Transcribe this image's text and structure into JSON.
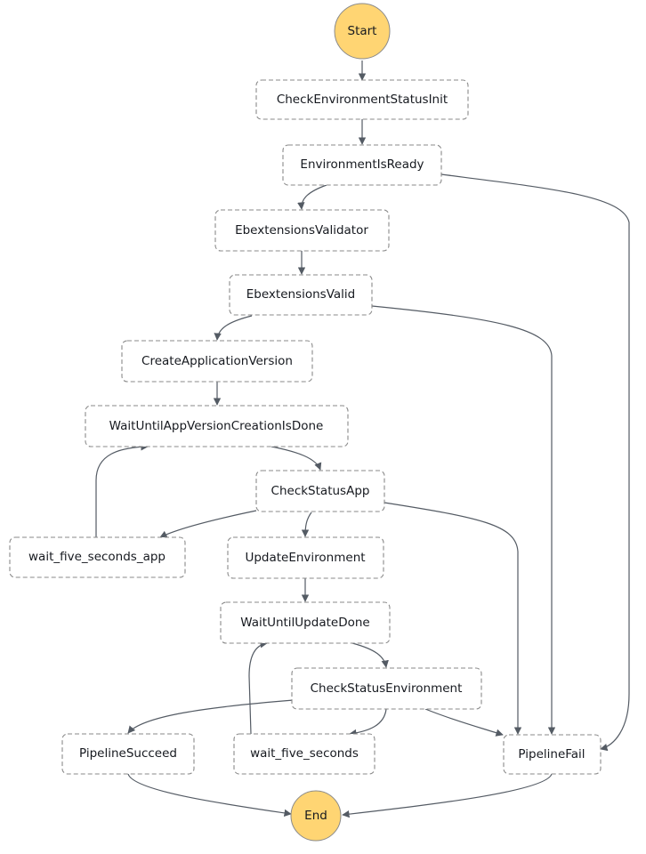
{
  "diagram": {
    "start": "Start",
    "end": "End",
    "states": {
      "check_env_init": "CheckEnvironmentStatusInit",
      "env_is_ready": "EnvironmentIsReady",
      "ebext_validator": "EbextensionsValidator",
      "ebext_valid": "EbextensionsValid",
      "create_app_version": "CreateApplicationVersion",
      "wait_app_version": "WaitUntilAppVersionCreationIsDone",
      "check_status_app": "CheckStatusApp",
      "wait_five_app": "wait_five_seconds_app",
      "update_env": "UpdateEnvironment",
      "wait_update_done": "WaitUntilUpdateDone",
      "check_status_env": "CheckStatusEnvironment",
      "pipeline_succeed": "PipelineSucceed",
      "wait_five": "wait_five_seconds",
      "pipeline_fail": "PipelineFail"
    },
    "colors": {
      "terminal_fill": "#ffd573",
      "edge": "#545b64",
      "box_border": "#8a8a8a"
    }
  }
}
